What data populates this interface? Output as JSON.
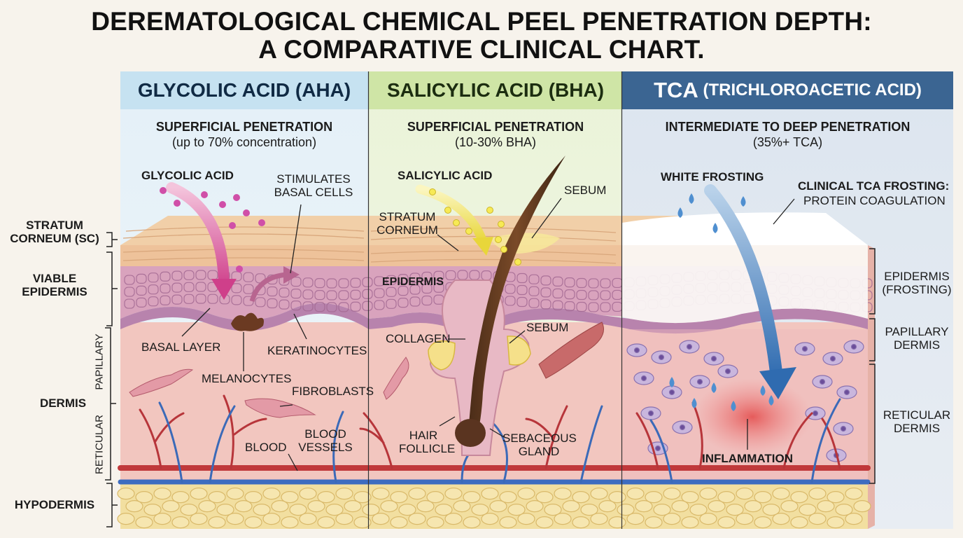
{
  "title": {
    "line1": "DEREMATOLOGICAL CHEMICAL PEEL PENETRATION DEPTH:",
    "line2": "A COMPARATIVE CLINICAL CHART."
  },
  "colors": {
    "aha_header": "#c6e2f1",
    "bha_header": "#cfe5a6",
    "tca_header": "#3b6592",
    "tca_header_text": "#ffffff"
  },
  "layers": {
    "stratum_corneum": "STRATUM\nCORNEUM (SC)",
    "viable_epidermis": "VIABLE\nEPIDERMIS",
    "papillary": "PAPILLARY",
    "dermis": "DERMIS",
    "reticular": "RETICULAR",
    "hypodermis": "HYPODERMIS"
  },
  "columns": {
    "aha": {
      "header": "GLYCOLIC ACID (AHA)",
      "depth_title": "SUPERFICIAL PENETRATION",
      "depth_note": "(up to 70% concentration)",
      "agent": "GLYCOLIC ACID",
      "stimulates": "STIMULATES\nBASAL CELLS",
      "basal_layer": "BASAL LAYER",
      "keratinocytes": "KERATINOCYTES",
      "melanocytes": "MELANOCYTES",
      "fibroblasts": "FIBROBLASTS",
      "blood": "BLOOD",
      "blood_vessels": "BLOOD\nVESSELS"
    },
    "bha": {
      "header": "SALICYLIC ACID (BHA)",
      "depth_title": "SUPERFICIAL PENETRATION",
      "depth_note": "(10-30% BHA)",
      "agent": "SALICYLIC ACID",
      "sebum_top": "SEBUM",
      "stratum_corneum": "STRATUM\nCORNEUM",
      "epidermis": "EPIDERMIS",
      "sebum_mid": "SEBUM",
      "collagen": "COLLAGEN",
      "hair_follicle": "HAIR\nFOLLICLE",
      "sebaceous_gland": "SEBACEOUS\nGLAND"
    },
    "tca": {
      "header_main": "TCA",
      "header_rest": " (TRICHLOROACETIC ACID)",
      "depth_title": "INTERMEDIATE TO DEEP PENETRATION",
      "depth_note": "(35%+ TCA)",
      "white_frosting": "WHITE FROSTING",
      "frosting_title": "CLINICAL TCA FROSTING:",
      "frosting_note": "PROTEIN COAGULATION",
      "epidermis": "EPIDERMIS\n(FROSTING)",
      "papillary_dermis": "PAPILLARY\nDERMIS",
      "reticular_dermis": "RETICULAR\nDERMIS",
      "inflammation": "INFLAMMATION"
    }
  }
}
